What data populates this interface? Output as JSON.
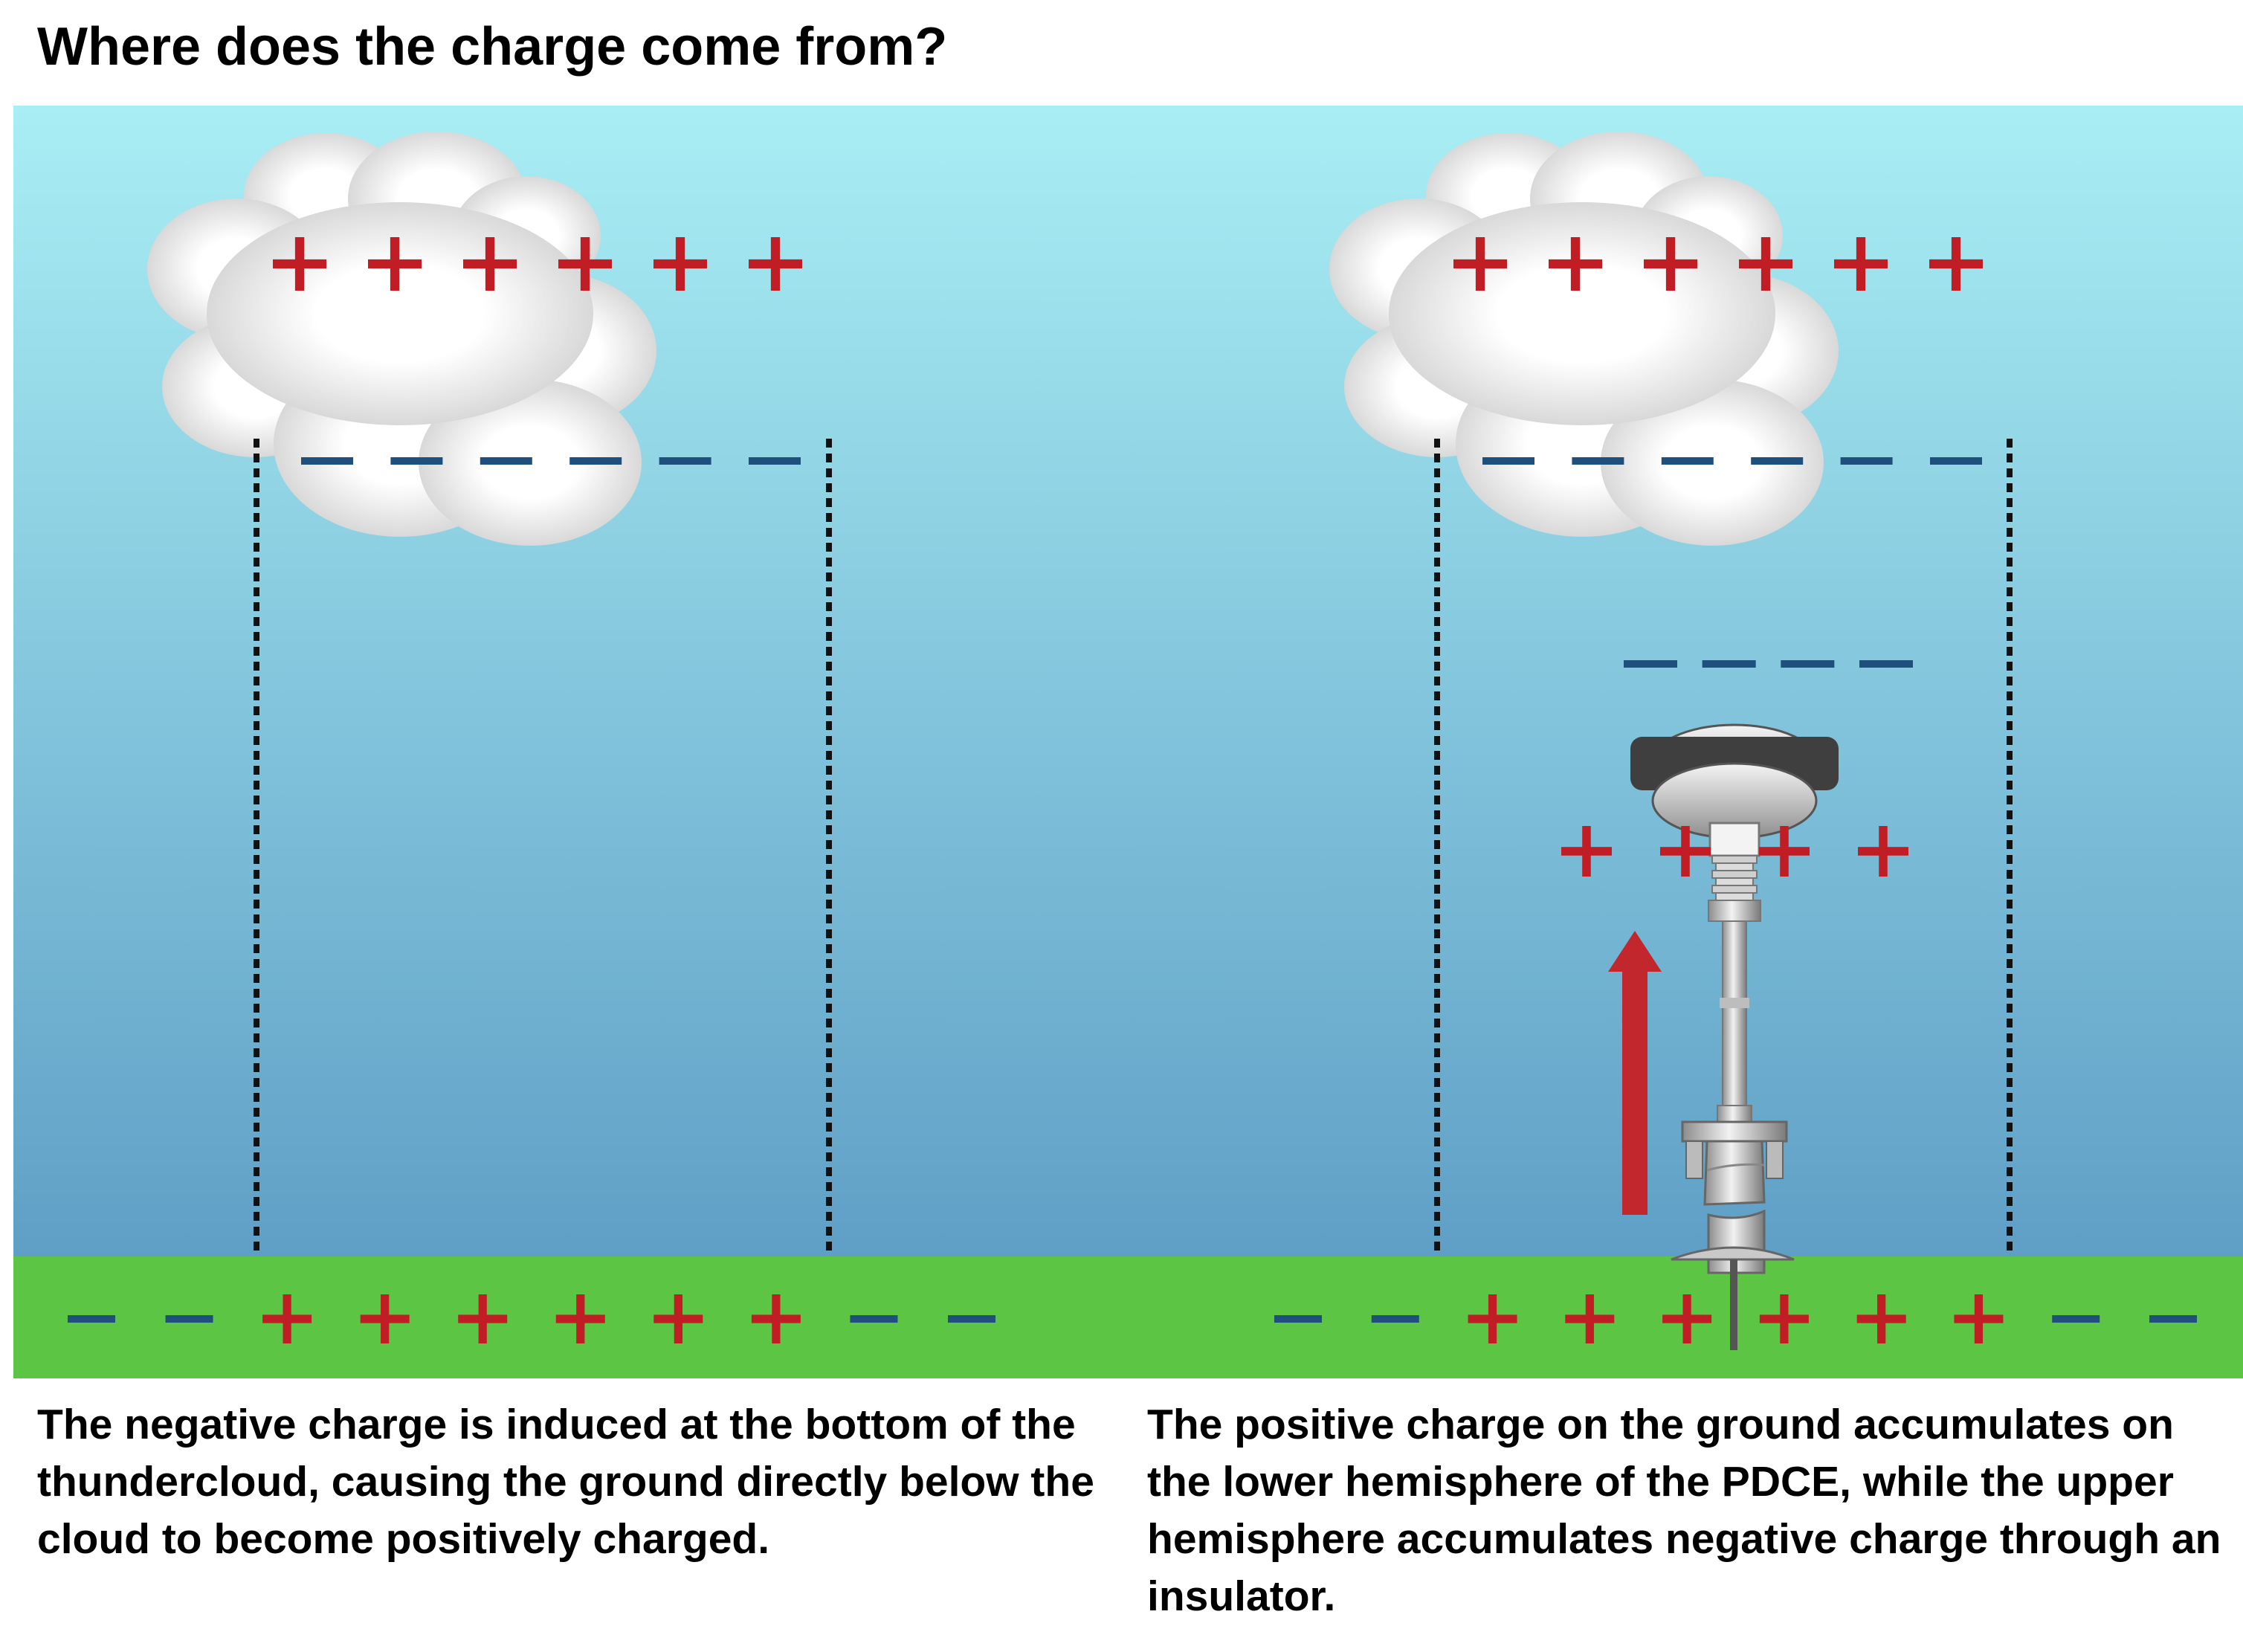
{
  "title": "Where does the charge come from?",
  "colors": {
    "sky_top": "#a9eef4",
    "sky_bottom": "#5f9fc6",
    "ground": "#5cc644",
    "positive": "#c01d24",
    "negative": "#1f4f7d",
    "arrow": "#c1272d"
  },
  "symbols": {
    "positive": "+",
    "negative": "−"
  },
  "panels": [
    {
      "caption": "The negative charge is induced at the bottom of the thundercloud, causing the ground directly below the cloud to become positively charged.",
      "cloud_top_positive_count": 6,
      "cloud_bottom_negative_count": 6,
      "ground_charges": [
        "-",
        "-",
        "+",
        "+",
        "+",
        "+",
        "+",
        "+",
        "-",
        "-"
      ]
    },
    {
      "caption": "The positive charge on the ground accumulates on the lower hemisphere of the PDCE, while the upper hemisphere accumulates negative charge through an insulator.",
      "cloud_top_positive_count": 6,
      "cloud_bottom_negative_count": 6,
      "device_top_negative_count": 4,
      "device_lower_positive_count": 4,
      "ground_charges": [
        "-",
        "-",
        "+",
        "+",
        "+",
        "+",
        "+",
        "+",
        "-",
        "-"
      ],
      "device_icon": "pdce-device-icon",
      "arrow_icon": "upward-arrow-icon"
    }
  ]
}
